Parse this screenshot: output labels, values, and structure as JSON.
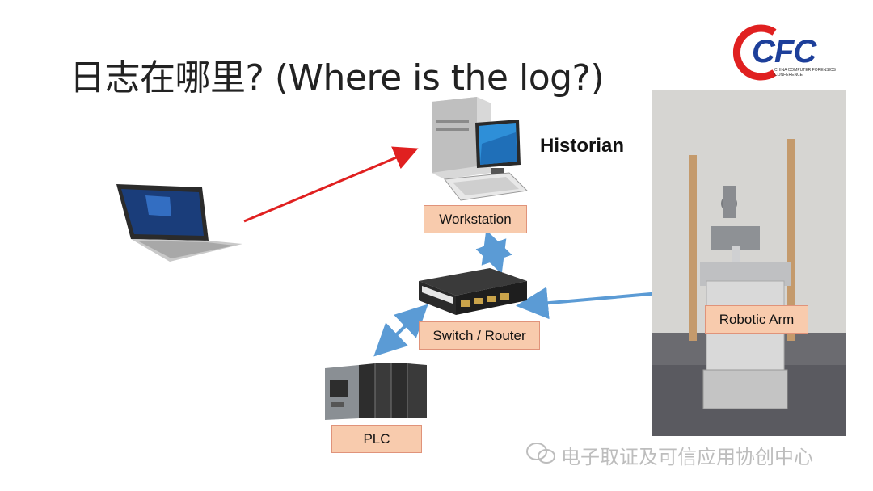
{
  "slide": {
    "title": "日志在哪里? (Where is the log?)"
  },
  "logo": {
    "text": "CFC",
    "subtitle": "China Computer Forensics Conference"
  },
  "labels": {
    "historian": "Historian",
    "workstation": "Workstation",
    "switch_router": "Switch / Router",
    "plc": "PLC",
    "robotic_arm": "Robotic Arm"
  },
  "watermark": {
    "text": "电子取证及可信应用协创中心"
  },
  "colors": {
    "label_fill": "#f8cbad",
    "label_border": "#e0937a",
    "attack_arrow": "#e02020",
    "link_arrow": "#5b9bd5",
    "logo_blue": "#1d3f9a",
    "logo_red": "#e02020"
  },
  "icons": {
    "laptop": "laptop-icon",
    "workstation": "desktop-computer-icon",
    "switch": "network-switch-icon",
    "plc": "plc-module-icon",
    "robot_photo": "robotic-arm-photo",
    "watermark": "wechat-icon"
  }
}
